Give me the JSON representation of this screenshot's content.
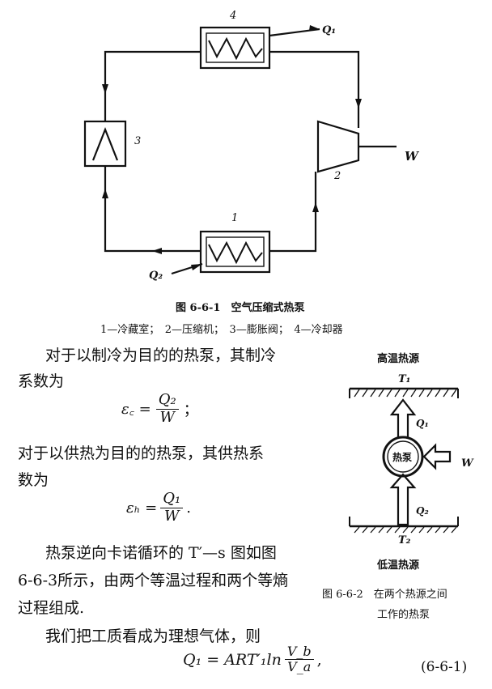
{
  "figure1": {
    "labels": {
      "hx_top": "4",
      "comp": "2",
      "valve": "3",
      "hx_bot": "1",
      "q1": "Q₁",
      "q2": "Q₂",
      "w": "W"
    },
    "caption": "图 6-6-1　空气压缩式热泵",
    "legend": "1—冷藏室；　2—压缩机；　3—膨胀阀；　4—冷却器"
  },
  "figure2": {
    "title_top": "高温热源",
    "t1": "T₁",
    "q1": "Q₁",
    "center": "热泵",
    "w": "W",
    "q2": "Q₂",
    "t2": "T₂",
    "title_bottom": "低温热源",
    "caption_line1": "图 6-6-2　在两个热源之间",
    "caption_line2": "工作的热泵"
  },
  "text": {
    "p1_line1": "对于以制冷为目的的热泵，其制冷",
    "p1_line2": "系数为",
    "eq1_lhs": "ε꜀ =",
    "eq1_num": "Q₂",
    "eq1_den": "W",
    "eq1_tail": "；",
    "p2_line1": "对于以供热为目的的热泵，其供热系",
    "p2_line2": "数为",
    "eq2_lhs": "εₕ =",
    "eq2_num": "Q₁",
    "eq2_den": "W",
    "eq2_tail": ".",
    "p3_line1": "热泵逆向卡诺循环的 T′—s 图如图",
    "p3_line2": "6-6-3所示，由两个等温过程和两个等熵",
    "p3_line3": "过程组成.",
    "p4": "我们把工质看成为理想气体，则",
    "eq3_lhs": "Q₁ = ART′₁ln",
    "eq3_num": "V_b",
    "eq3_den": "V_a",
    "eq3_tail": ",",
    "eq3_no": "(6-6-1)"
  }
}
